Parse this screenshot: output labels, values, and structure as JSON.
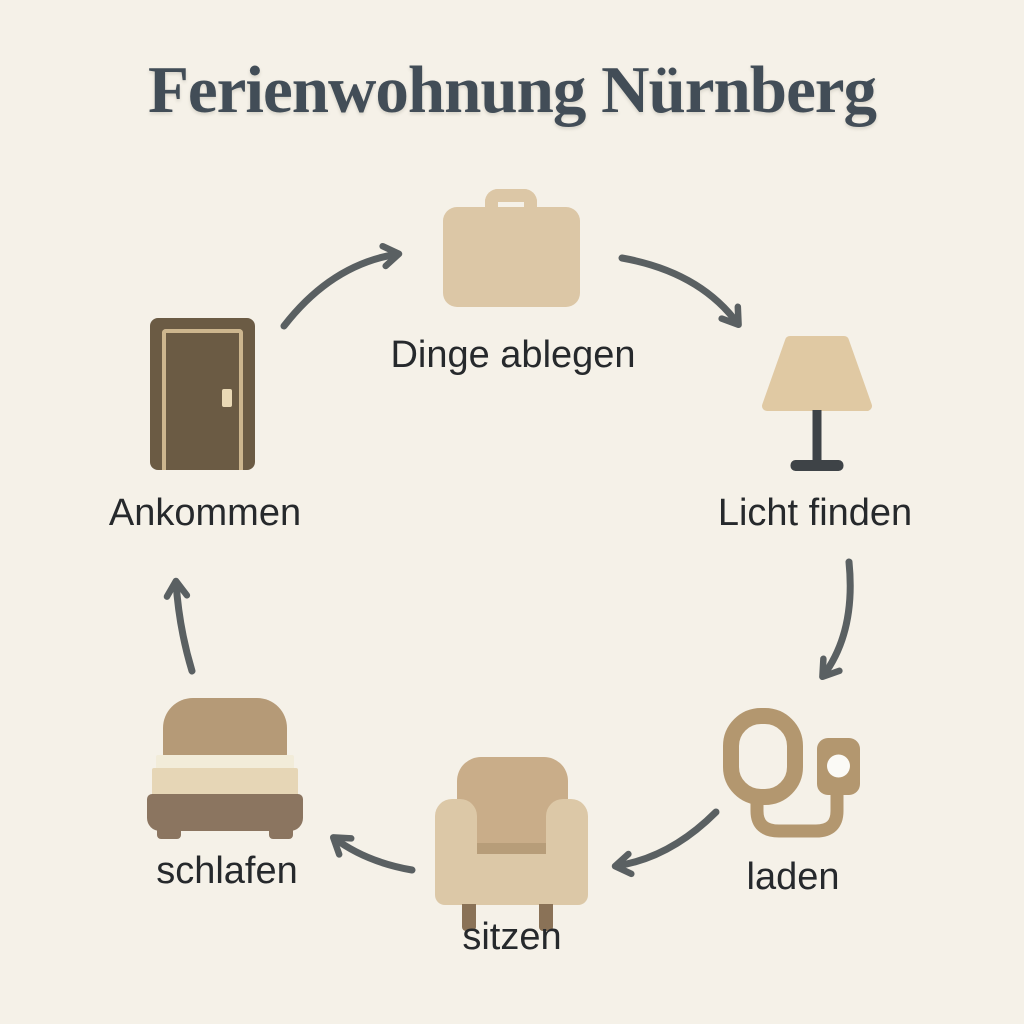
{
  "title": "Ferienwohnung Nürnberg",
  "diagram": {
    "type": "cycle",
    "steps": [
      {
        "label": "Ankommen",
        "icon": "door-icon"
      },
      {
        "label": "Dinge ablegen",
        "icon": "suitcase-icon"
      },
      {
        "label": "Licht finden",
        "icon": "lamp-icon"
      },
      {
        "label": "laden",
        "icon": "charger-icon"
      },
      {
        "label": "sitzen",
        "icon": "armchair-icon"
      },
      {
        "label": "schlafen",
        "icon": "bed-icon"
      }
    ]
  },
  "colors": {
    "background": "#f5f1e8",
    "title_text": "#424d57",
    "label_text": "#26292c",
    "arrow": "#5a6062",
    "tan_light": "#dcc7a6",
    "tan_shade": "#e0c9a3",
    "tan_mid": "#b3976f",
    "door_brown": "#6b5b44",
    "door_trim": "#cdb68e",
    "chair_back": "#c9ad89",
    "chair_body": "#dcc8a7",
    "wood_leg": "#8a7257",
    "bed_base": "#8b7560",
    "lamp_stem": "#3e4347"
  }
}
